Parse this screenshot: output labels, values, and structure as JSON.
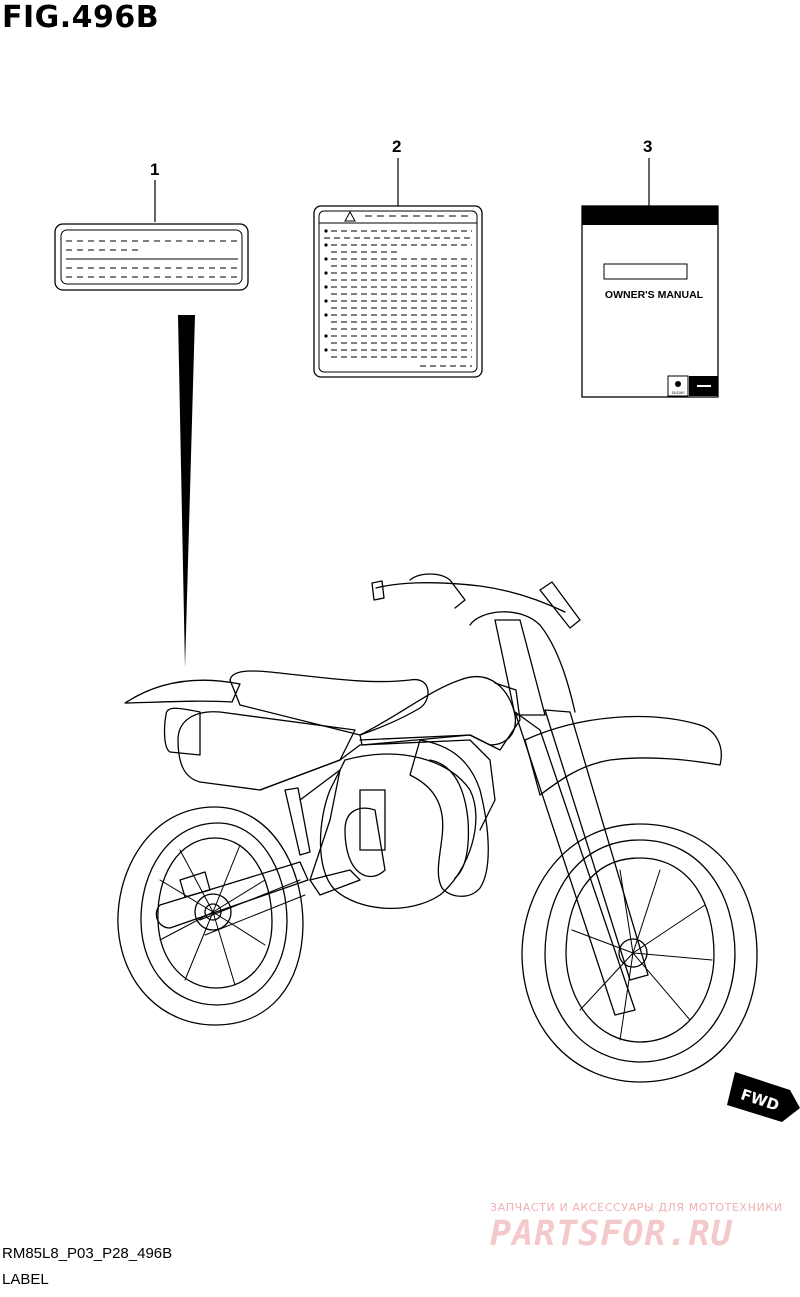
{
  "figure": {
    "title": "FIG.496B"
  },
  "callouts": [
    {
      "number": "1"
    },
    {
      "number": "2"
    },
    {
      "number": "3"
    }
  ],
  "manual": {
    "text": "OWNER'S MANUAL",
    "badge": "SUZUKI"
  },
  "direction": {
    "text": "FWD"
  },
  "footer": {
    "code": "RM85L8_P03_P28_496B",
    "label": "LABEL"
  },
  "watermark": {
    "tagline": "ЗАПЧАСТИ И АКСЕССУАРЫ ДЛЯ МОТОТЕХНИКИ",
    "brand": "PARTSFOR.RU"
  }
}
